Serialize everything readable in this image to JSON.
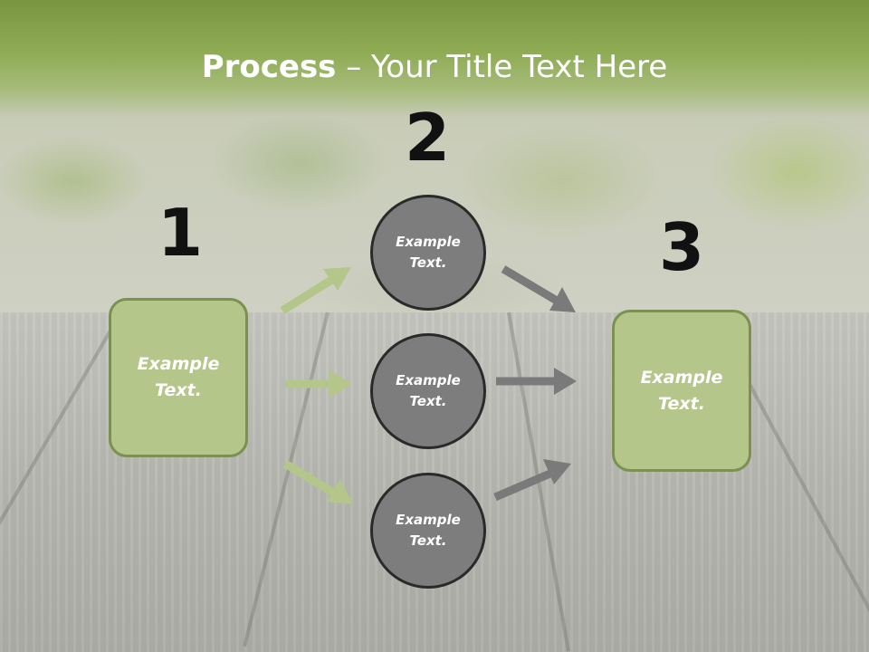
{
  "slide": {
    "title_strong": "Process",
    "title_rest": " – Your Title Text Here"
  },
  "steps": [
    {
      "number": "1",
      "text": "Example\nText."
    },
    {
      "number": "2",
      "circles": [
        {
          "text": "Example\nText."
        },
        {
          "text": "Example\nText."
        },
        {
          "text": "Example\nText."
        }
      ]
    },
    {
      "number": "3",
      "text": "Example\nText."
    }
  ],
  "colors": {
    "title_band": "#8fac55",
    "box_fill": "#b5c68a",
    "box_border": "#7c9151",
    "circle_fill": "#7d7d7d",
    "circle_border": "#2a2a2a",
    "arrow_green": "#b5c68a",
    "arrow_gray": "#7a7a7a"
  }
}
